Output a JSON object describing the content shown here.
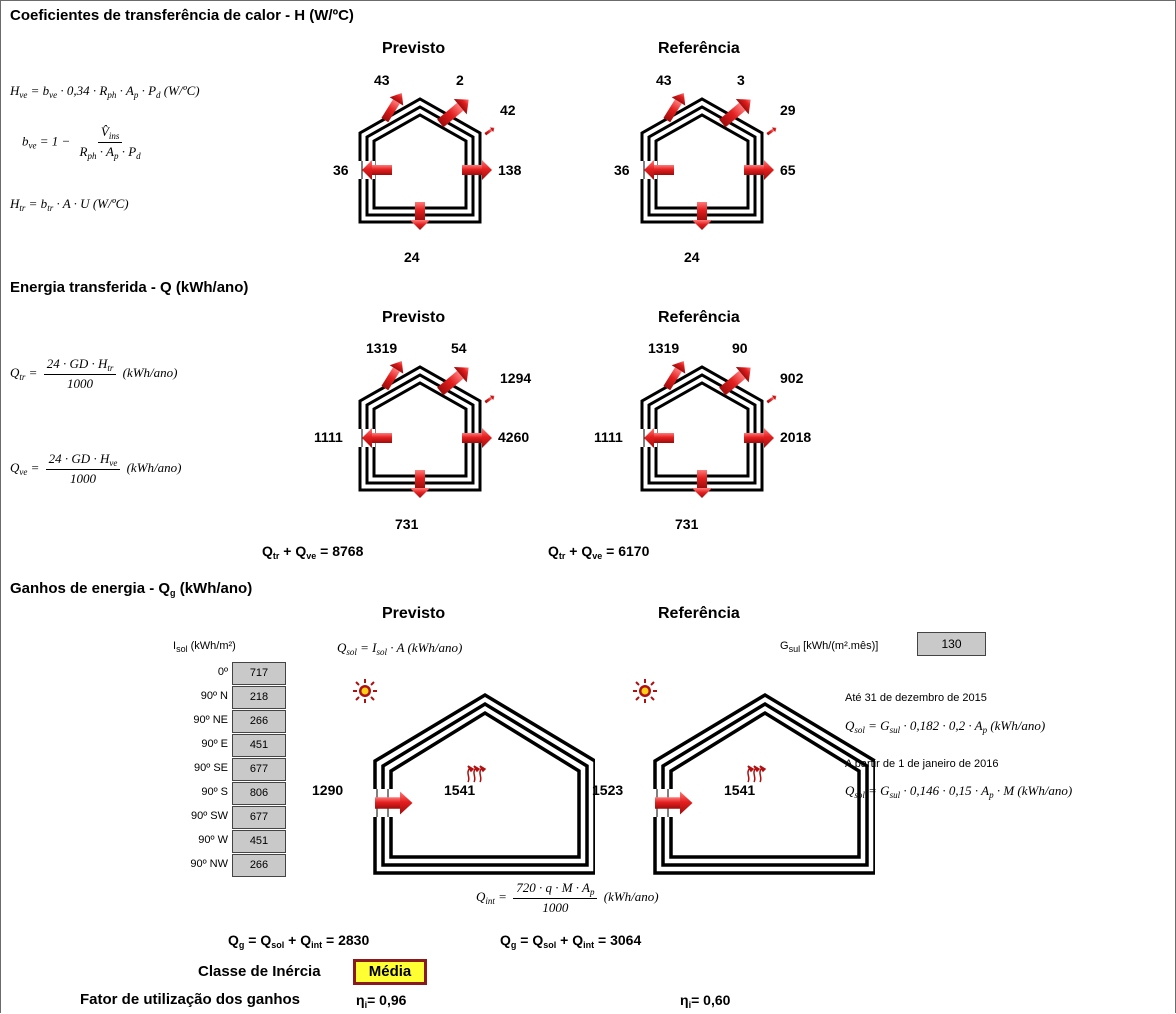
{
  "sections": {
    "h_title": "Coeficientes de transferência de calor - H (W/ºC)",
    "q_title": "Energia transferida - Q (kWh/ano)",
    "g_title": "Ganhos de energia - Q",
    "g_title_sub": "g",
    "g_title_rest": " (kWh/ano)"
  },
  "labels": {
    "previsto": "Previsto",
    "referencia": "Referência"
  },
  "formulas": {
    "hve_lhs": "H",
    "hve": "H_ve = b_ve · 0,34 · R_ph · A_p · P_d (W/ºC)",
    "bve": "b_ve = 1 − V̇_ins / (R_ph · A_p · P_d)",
    "htr": "H_tr = b_tr · A · U (W/ºC)",
    "qtr": "Q_tr = 24 · GD · H_tr / 1000 (kWh/ano)",
    "qve": "Q_ve = 24 · GD · H_ve / 1000 (kWh/ano)",
    "qsol": "Q_sol = I_sol · A (kWh/ano)",
    "qint": "Q_int = 720 · q · M · A_p / 1000 (kWh/ano)",
    "qsol_2015": "Q_sol = G_sul · 0,182 · 0,2 · A_p (kWh/ano)",
    "qsol_2016": "Q_sol = G_sul · 0,146 · 0,15 · A_p · M (kWh/ano)"
  },
  "h_values": {
    "previsto": {
      "roof_left": "43",
      "roof_right": "2",
      "window": "42",
      "left": "36",
      "right": "138",
      "bottom": "24"
    },
    "referencia": {
      "roof_left": "43",
      "roof_right": "3",
      "window": "29",
      "left": "36",
      "right": "65",
      "bottom": "24"
    }
  },
  "q_values": {
    "previsto": {
      "roof_left": "1319",
      "roof_right": "54",
      "window": "1294",
      "left": "1111",
      "right": "4260",
      "bottom": "731",
      "total_label": "Q",
      "total": "8768"
    },
    "referencia": {
      "roof_left": "1319",
      "roof_right": "90",
      "window": "902",
      "left": "1111",
      "right": "2018",
      "bottom": "731",
      "total_label": "Q",
      "total": "6170"
    }
  },
  "sums": {
    "q_sum_prefix": "Q",
    "q_sum_tr": "tr",
    "q_sum_ve": "ve",
    "g_sum_g": "g",
    "g_sum_sol": "sol",
    "g_sum_int": "int"
  },
  "isol": {
    "header": "I",
    "header_sub": "sol",
    "header_unit": " (kWh/m²)",
    "rows": [
      {
        "label": "0º",
        "value": "717"
      },
      {
        "label": "90º N",
        "value": "218"
      },
      {
        "label": "90º NE",
        "value": "266"
      },
      {
        "label": "90º E",
        "value": "451"
      },
      {
        "label": "90º SE",
        "value": "677"
      },
      {
        "label": "90º S",
        "value": "806"
      },
      {
        "label": "90º SW",
        "value": "677"
      },
      {
        "label": "90º W",
        "value": "451"
      },
      {
        "label": "90º NW",
        "value": "266"
      }
    ]
  },
  "gains": {
    "previsto": {
      "solar": "1290",
      "internal": "1541",
      "total": "2830"
    },
    "referencia": {
      "solar": "1523",
      "internal": "1541",
      "total": "3064"
    }
  },
  "gsul": {
    "label": "G",
    "label_sub": "sul",
    "label_unit": " [kWh/(m².mês)]",
    "value": "130"
  },
  "notes": {
    "until_2015": "Até 31 de dezembro de 2015",
    "from_2016": "A partir de 1 de janeiro de 2016"
  },
  "inertia": {
    "label": "Classe de Inércia",
    "value": "Média"
  },
  "utilization": {
    "label": "Fator de utilização dos ganhos",
    "eta_sym": "η",
    "eta_sub": "i",
    "previsto": "0,96",
    "referencia": "0,60"
  },
  "colors": {
    "arrow_red": "#e02020",
    "sun": "#b01010",
    "input_gray": "#c9c9c9",
    "inertia_bg": "#ffff33",
    "inertia_border": "#8b1a1a"
  }
}
